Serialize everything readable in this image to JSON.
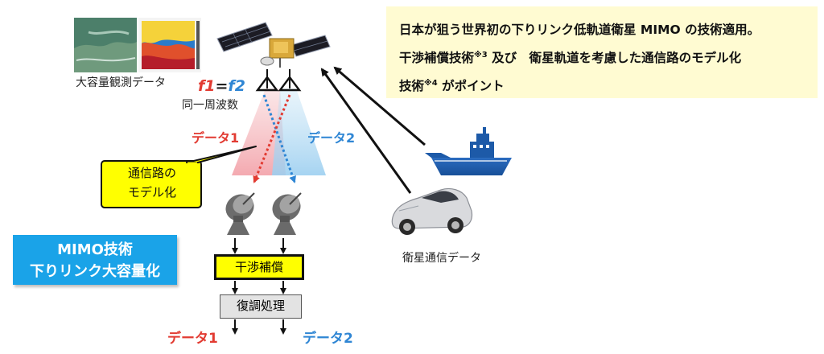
{
  "note": {
    "line1": "日本が狙う世界初の下りリンク低軌道衛星 MIMO の技術適用。",
    "line2_a": "干渉補償技術",
    "sup3": "※3",
    "line2_b": " 及び　衛星軌道を考慮した通信路のモデル化",
    "line3_a": "技術",
    "sup4": "※4",
    "line3_b": " がポイント"
  },
  "labels": {
    "observation": "大容量観測データ",
    "f1": "f1",
    "eq": "=",
    "f2": "f2",
    "same_freq": "同一周波数",
    "data1": "データ1",
    "data2": "データ2",
    "channel_line1": "通信路の",
    "channel_line2": "モデル化",
    "satcom": "衛星通信データ",
    "interference": "干渉補償",
    "demod": "復調処理",
    "out1": "データ1",
    "out2": "データ2"
  },
  "mimo": {
    "line1": "MIMO技術",
    "line2": "下りリンク大容量化"
  },
  "colors": {
    "red": "#e23b32",
    "blue": "#2f86d4",
    "note_bg": "#fffbd2",
    "mimo_bg": "#1aa3e8",
    "yellow": "#ffff00"
  }
}
